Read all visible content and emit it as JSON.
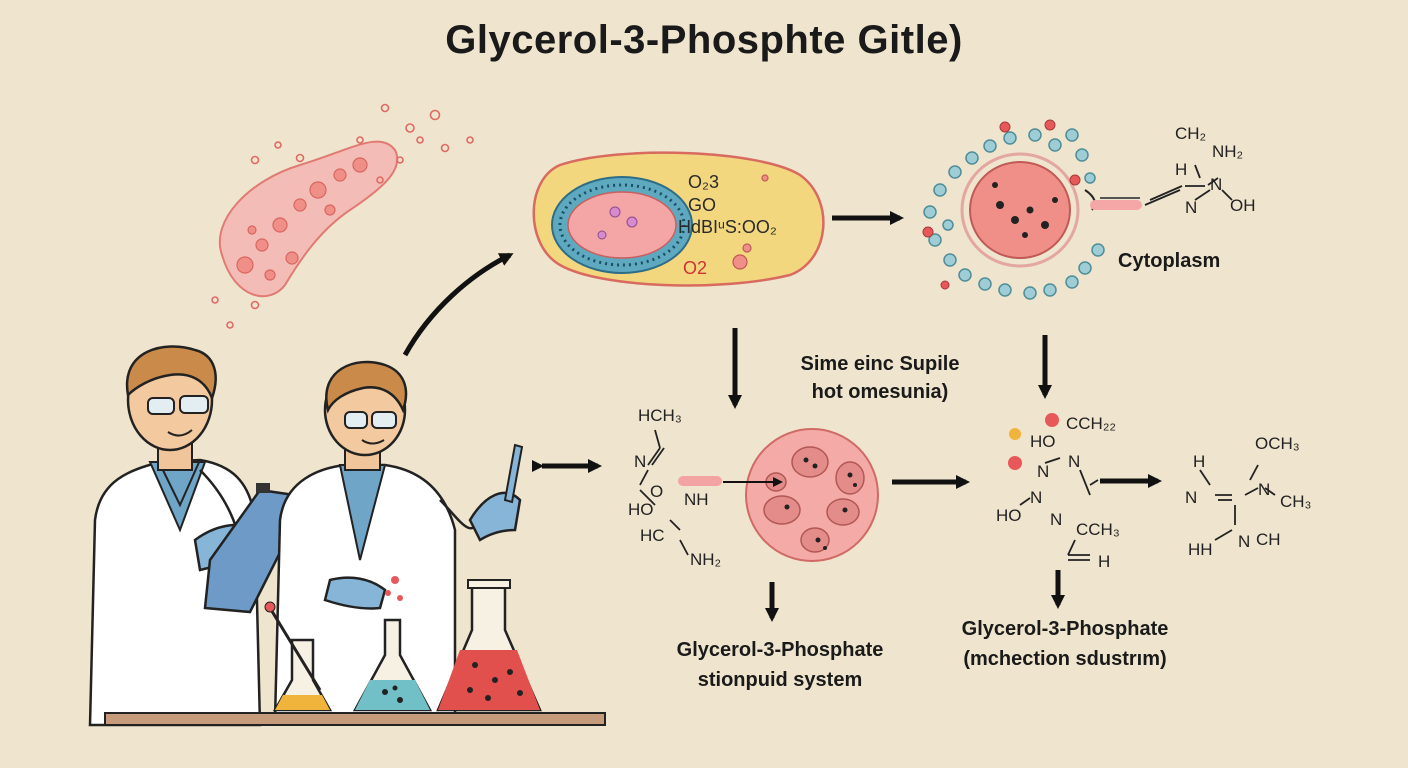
{
  "title": "Glycerol-3-Phosphte Gitle)",
  "labels": {
    "cytoplasm": "Cytoplasm",
    "middle_note_line1": "Sime einc Supile",
    "middle_note_line2": "hot omesunia)"
  },
  "captions": {
    "left_line1": "Glycerol-3-Phosphate",
    "left_line2": "stionpuid system",
    "right_line1": "Glycerol-3-Phosphate",
    "right_line2": "(mchection sdustrım)"
  },
  "cell_text": {
    "o3": "O₂3",
    "go": "GO",
    "formula": "HdBIᵘS:OO₂",
    "o2": "O2"
  },
  "chem": {
    "top_right": [
      "CH₂",
      "NH₂",
      "H",
      "N",
      "N",
      "OH"
    ],
    "mid_left": [
      "HCH₃",
      "N",
      "O",
      "NH",
      "HO",
      "HC",
      "NH₂"
    ],
    "mid_right": [
      "HO",
      "CCH₂₂",
      "N",
      "N",
      "N",
      "HO",
      "N",
      "CCH₃",
      "H"
    ],
    "far_right": [
      "H",
      "OCH₃",
      "N",
      "N",
      "CH₃",
      "HH",
      "N",
      "CH"
    ]
  },
  "colors": {
    "background": "#efe4cd",
    "cell_yellow": "#f3d77f",
    "cell_pink": "#f2a2a6",
    "bead_blue": "#9fcdd6",
    "bead_red": "#e8585a",
    "flask_red": "#e2504e",
    "flask_teal": "#71bfc7",
    "flask_yellow": "#f0b43c"
  }
}
